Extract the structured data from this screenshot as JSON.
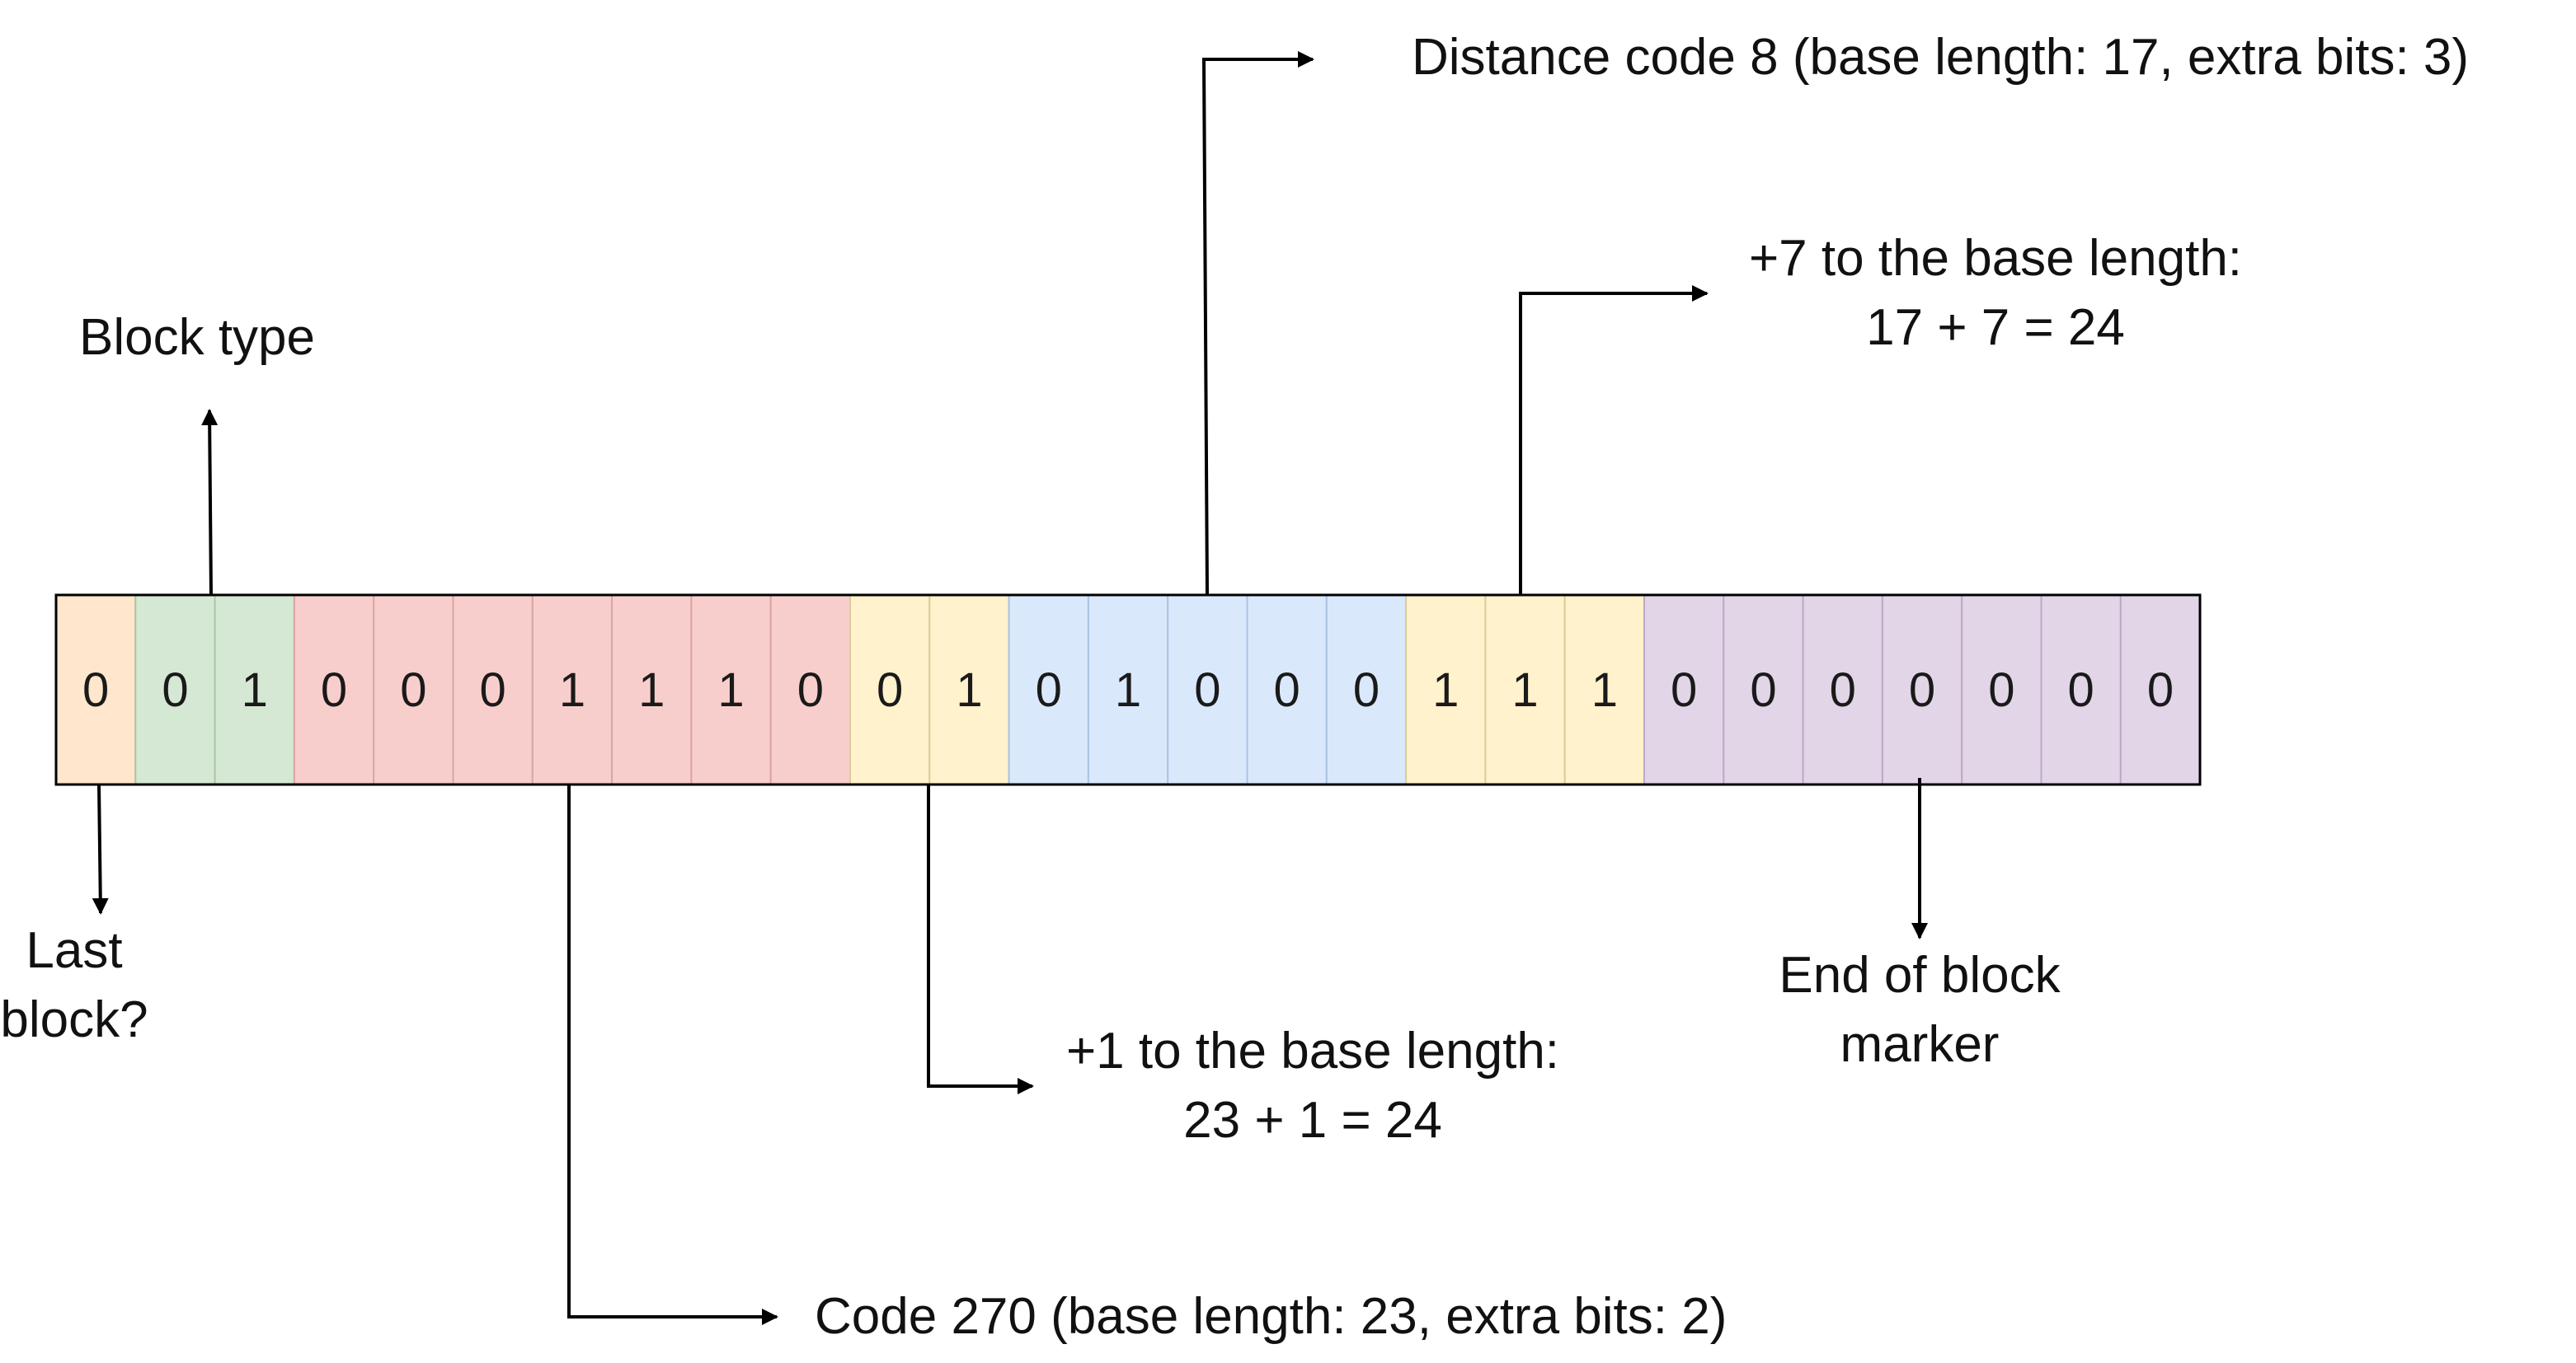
{
  "bits": [
    {
      "value": "0",
      "group": "last_block"
    },
    {
      "value": "0",
      "group": "block_type"
    },
    {
      "value": "1",
      "group": "block_type"
    },
    {
      "value": "0",
      "group": "code_270"
    },
    {
      "value": "0",
      "group": "code_270"
    },
    {
      "value": "0",
      "group": "code_270"
    },
    {
      "value": "1",
      "group": "code_270"
    },
    {
      "value": "1",
      "group": "code_270"
    },
    {
      "value": "1",
      "group": "code_270"
    },
    {
      "value": "0",
      "group": "code_270"
    },
    {
      "value": "0",
      "group": "length_extra"
    },
    {
      "value": "1",
      "group": "length_extra"
    },
    {
      "value": "0",
      "group": "distance_code"
    },
    {
      "value": "1",
      "group": "distance_code"
    },
    {
      "value": "0",
      "group": "distance_code"
    },
    {
      "value": "0",
      "group": "distance_code"
    },
    {
      "value": "0",
      "group": "distance_code"
    },
    {
      "value": "1",
      "group": "distance_extra"
    },
    {
      "value": "1",
      "group": "distance_extra"
    },
    {
      "value": "1",
      "group": "distance_extra"
    },
    {
      "value": "0",
      "group": "end_of_block"
    },
    {
      "value": "0",
      "group": "end_of_block"
    },
    {
      "value": "0",
      "group": "end_of_block"
    },
    {
      "value": "0",
      "group": "end_of_block"
    },
    {
      "value": "0",
      "group": "end_of_block"
    },
    {
      "value": "0",
      "group": "end_of_block"
    },
    {
      "value": "0",
      "group": "end_of_block"
    }
  ],
  "group_colors": {
    "last_block": "#ffe6cc",
    "block_type": "#d5e8d4",
    "code_270": "#f8cecc",
    "length_extra": "#fff2cc",
    "distance_code": "#dae8fc",
    "distance_extra": "#fff2cc",
    "end_of_block": "#e1d5e7"
  },
  "labels": {
    "block_type": "Block type",
    "last_block_line1": "Last",
    "last_block_line2": "block?",
    "distance_code": "Distance code 8 (base length: 17, extra bits: 3)",
    "distance_extra_line1": "+7 to the base length:",
    "distance_extra_line2": "17 + 7 = 24",
    "length_extra_line1": "+1 to the base length:",
    "length_extra_line2": "23 + 1 = 24",
    "end_of_block_line1": "End of block",
    "end_of_block_line2": "marker",
    "code_270": "Code 270 (base length: 23, extra bits: 2)"
  }
}
